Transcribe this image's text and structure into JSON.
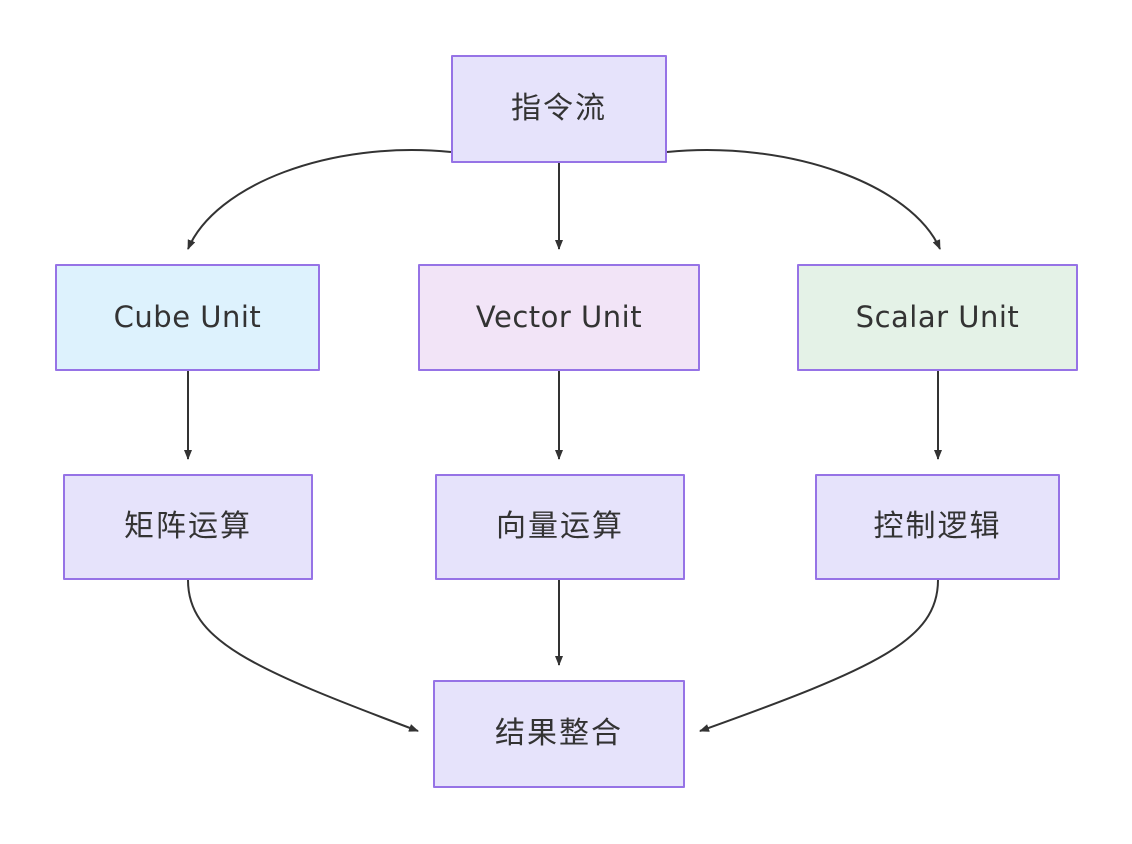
{
  "diagram": {
    "type": "flowchart",
    "direction": "top-down",
    "background_color": "#ffffff",
    "node_border_color": "#9673e6",
    "edge_color": "#333333",
    "text_color": "#333333",
    "nodes": [
      {
        "id": "instruction-stream",
        "label": "指令流",
        "fill_color": "#e6e3fb",
        "row": 1
      },
      {
        "id": "cube-unit",
        "label": "Cube Unit",
        "fill_color": "#ddf2fd",
        "row": 2
      },
      {
        "id": "vector-unit",
        "label": "Vector Unit",
        "fill_color": "#f2e4f7",
        "row": 2
      },
      {
        "id": "scalar-unit",
        "label": "Scalar Unit",
        "fill_color": "#e4f2e7",
        "row": 2
      },
      {
        "id": "matrix-op",
        "label": "矩阵运算",
        "fill_color": "#e6e3fb",
        "row": 3
      },
      {
        "id": "vector-op",
        "label": "向量运算",
        "fill_color": "#e6e3fb",
        "row": 3
      },
      {
        "id": "control-logic",
        "label": "控制逻辑",
        "fill_color": "#e6e3fb",
        "row": 3
      },
      {
        "id": "result-merge",
        "label": "结果整合",
        "fill_color": "#e6e3fb",
        "row": 4
      }
    ],
    "edges": [
      {
        "from": "instruction-stream",
        "to": "cube-unit",
        "style": "curved",
        "label": ""
      },
      {
        "from": "instruction-stream",
        "to": "vector-unit",
        "style": "straight",
        "label": ""
      },
      {
        "from": "instruction-stream",
        "to": "scalar-unit",
        "style": "curved",
        "label": ""
      },
      {
        "from": "cube-unit",
        "to": "matrix-op",
        "style": "straight",
        "label": ""
      },
      {
        "from": "vector-unit",
        "to": "vector-op",
        "style": "straight",
        "label": ""
      },
      {
        "from": "scalar-unit",
        "to": "control-logic",
        "style": "straight",
        "label": ""
      },
      {
        "from": "matrix-op",
        "to": "result-merge",
        "style": "curved",
        "label": ""
      },
      {
        "from": "vector-op",
        "to": "result-merge",
        "style": "straight",
        "label": ""
      },
      {
        "from": "control-logic",
        "to": "result-merge",
        "style": "curved",
        "label": ""
      }
    ]
  }
}
